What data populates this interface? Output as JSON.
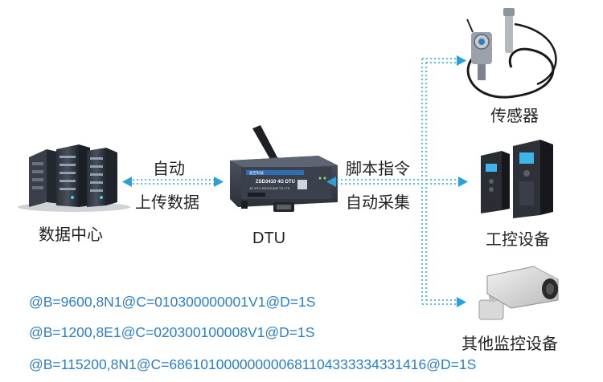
{
  "nodes": {
    "data_center": "数据中心",
    "dtu": "DTU",
    "sensor": "传感器",
    "industrial_equipment": "工控设备",
    "other_monitoring": "其他监控设备"
  },
  "links": {
    "auto": "自动",
    "upload": "上传数据",
    "script_cmd": "脚本指令",
    "auto_collect": "自动采集"
  },
  "device_text": {
    "brand": "星空科技",
    "model": "ZSD3410 4G DTU",
    "subtitle": "4G DTU RS232/485 TO LTE"
  },
  "commands": [
    "@B=9600,8N1@C=010300000001V1@D=1S",
    "@B=1200,8E1@C=020300100008V1@D=1S",
    "@B=115200,8N1@C=686101000000000681104333334331416@D=1S"
  ],
  "colors": {
    "line": "#58c0ea",
    "arrow": "#2c9fd8",
    "command_text": "#2a7fc4"
  }
}
